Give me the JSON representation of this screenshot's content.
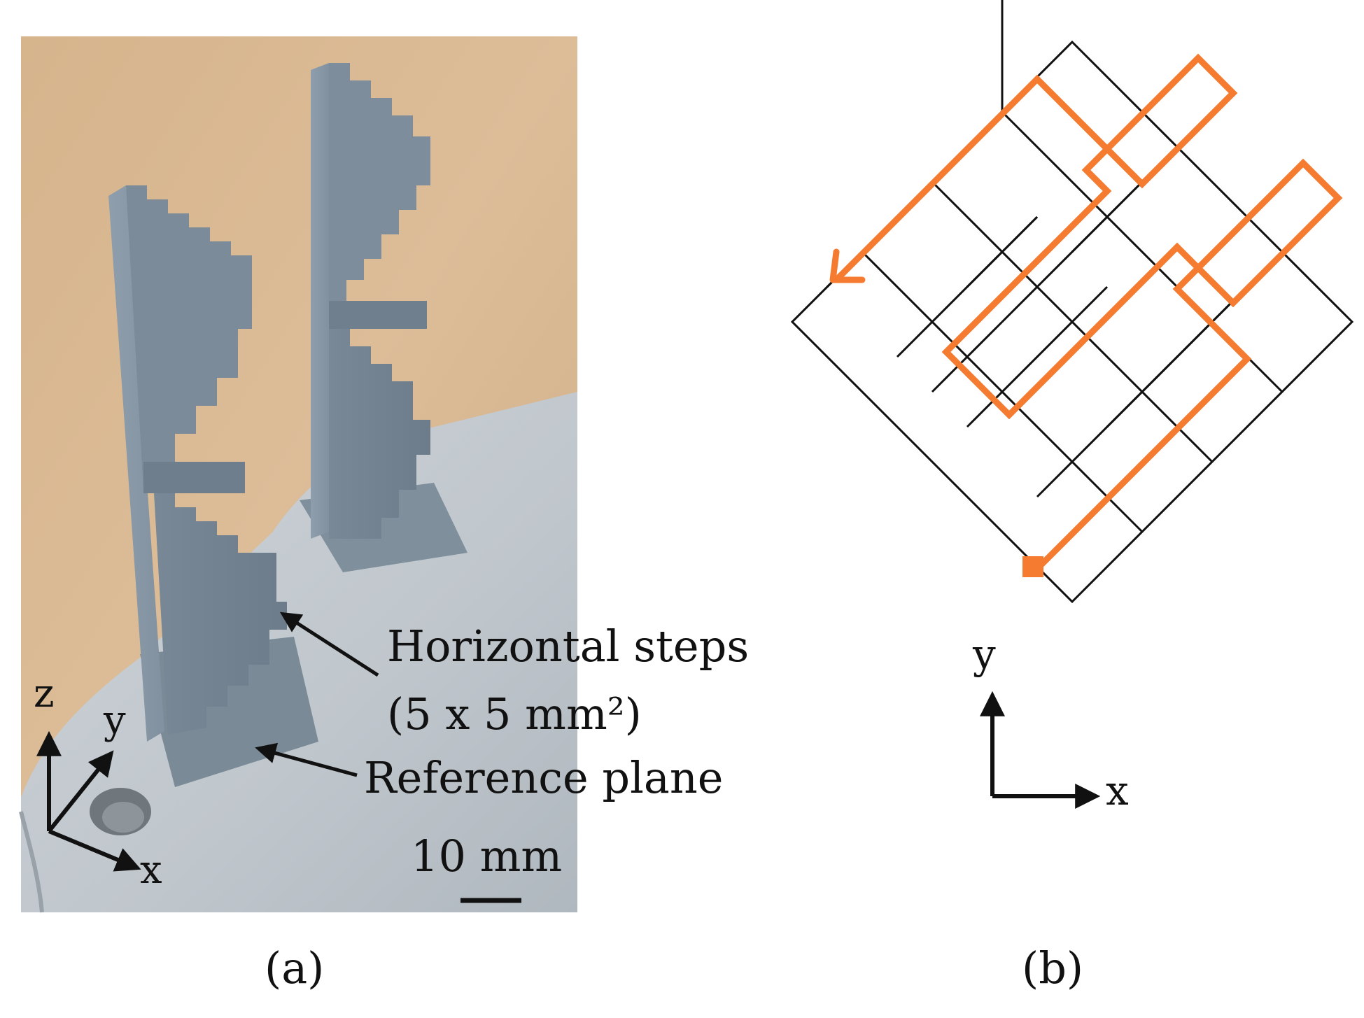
{
  "panel_a": {
    "caption": "(a)",
    "axis_z": "z",
    "axis_y": "y",
    "axis_x": "x",
    "annotation_steps_line1": "Horizontal steps",
    "annotation_steps_line2": "(5 x 5 mm²)",
    "annotation_reference": "Reference plane",
    "scale_bar_label": "10 mm"
  },
  "panel_b": {
    "caption": "(b)",
    "axis_y": "y",
    "axis_x": "x",
    "path_color": "#f47b30",
    "grid_color": "#111111"
  },
  "colors": {
    "part_gray": "#7a8a98",
    "plate_gray": "#c6ccd2",
    "table_wood": "#d9b892"
  }
}
